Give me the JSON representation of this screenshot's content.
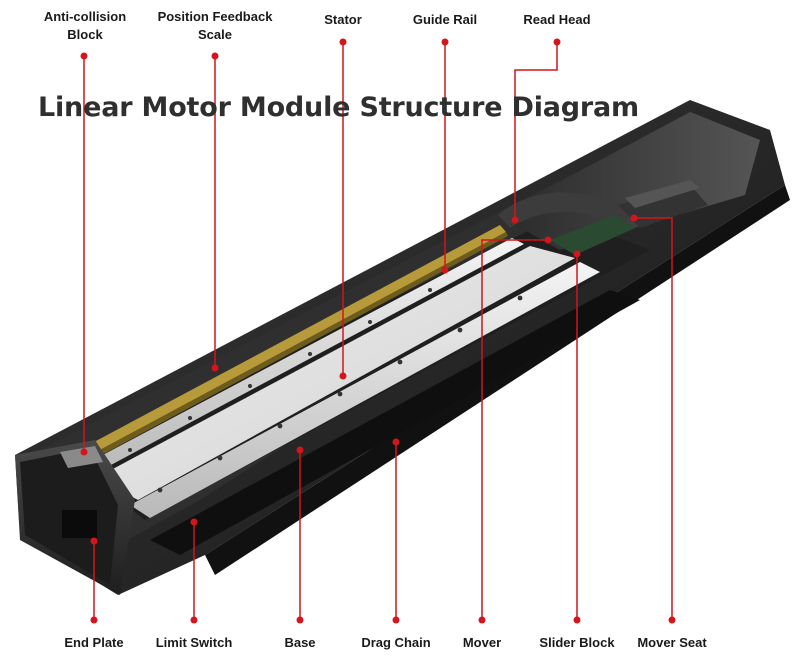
{
  "title": "Linear Motor Module Structure Diagram",
  "accent_color": "#d4151c",
  "labels_top": [
    {
      "lines": [
        "Anti-collision",
        "Block"
      ]
    },
    {
      "lines": [
        "Position Feedback",
        "Scale"
      ]
    },
    {
      "lines": [
        "Stator"
      ]
    },
    {
      "lines": [
        "Guide Rail"
      ]
    },
    {
      "lines": [
        "Read Head"
      ]
    }
  ],
  "labels_bottom": [
    {
      "text": "End Plate"
    },
    {
      "text": "Limit Switch"
    },
    {
      "text": "Base"
    },
    {
      "text": "Drag Chain"
    },
    {
      "text": "Mover"
    },
    {
      "text": "Slider Block"
    },
    {
      "text": "Mover Seat"
    }
  ]
}
